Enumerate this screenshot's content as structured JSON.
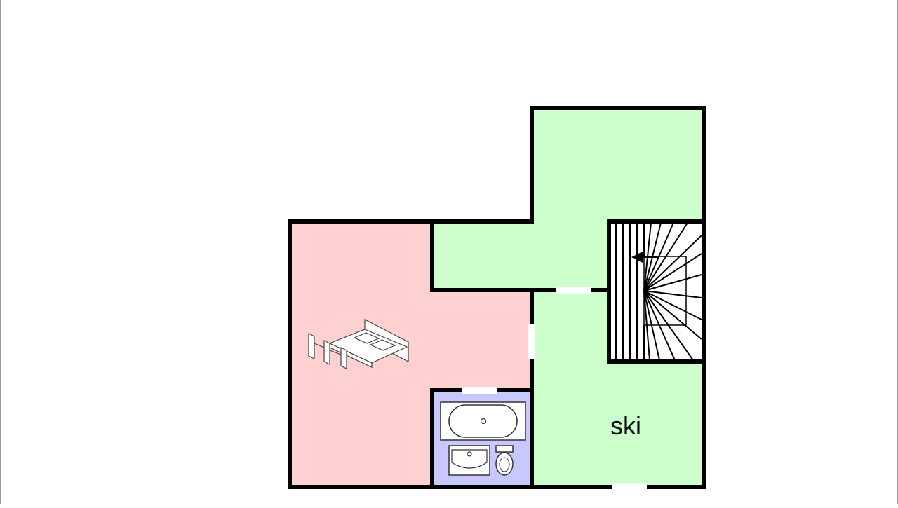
{
  "floorplan": {
    "rooms": [
      {
        "id": "bedroom",
        "fill": "#ffd0d0",
        "furniture": [
          "double-bed"
        ]
      },
      {
        "id": "bathroom",
        "fill": "#c8c8ff",
        "furniture": [
          "bathtub",
          "washbasin",
          "toilet"
        ]
      },
      {
        "id": "hallway-upper",
        "fill": "#ccffcc"
      },
      {
        "id": "ski-room",
        "fill": "#ccffcc",
        "label": "ski"
      }
    ],
    "staircase": {
      "direction_arrow": "left"
    },
    "colors": {
      "wall": "#000000",
      "background": "#ffffff",
      "door_gap": "#ffffff",
      "fixture_stroke": "#333333"
    }
  }
}
